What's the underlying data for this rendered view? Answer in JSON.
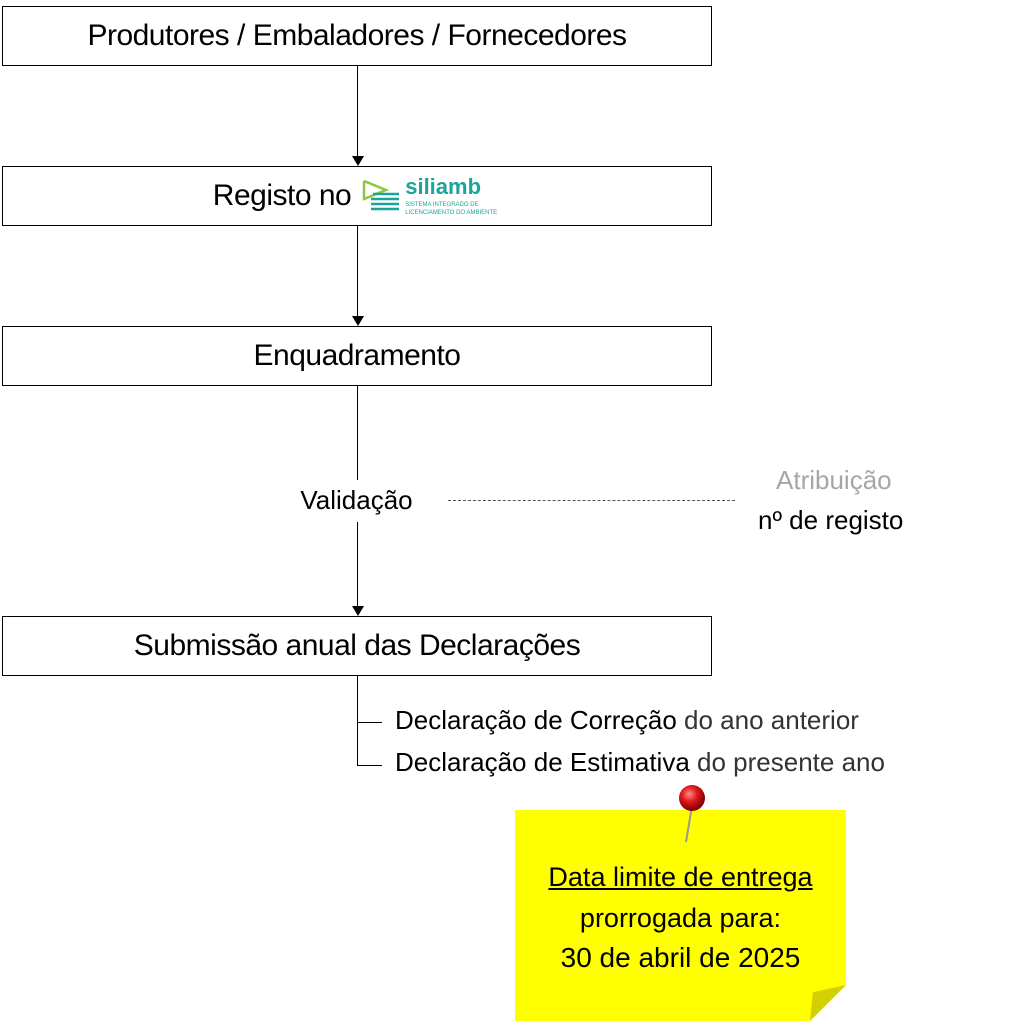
{
  "steps": {
    "producers": "Produtores / Embaladores / Fornecedores",
    "registration": "Registo no",
    "framing": "Enquadramento",
    "submission": "Submissão anual das Declarações"
  },
  "logo": {
    "name": "siliamb",
    "subtitle": "SISTEMA INTEGRADO DE LICENCIAMENTO DO AMBIENTE"
  },
  "validation": {
    "label": "Validação",
    "assignment_label": "Atribuição",
    "assignment_value": "nº de registo"
  },
  "declarations": [
    {
      "bold": "Declaração de Correção",
      "rest": " do ano anterior"
    },
    {
      "bold": "Declaração de Estimativa",
      "rest": " do presente ano"
    }
  ],
  "note": {
    "line1": "Data limite de entrega",
    "line2": "prorrogada  para:",
    "line3": "30 de abril de 2025"
  },
  "colors": {
    "note": "#ffff00",
    "logo_green": "#8dc63f",
    "logo_teal": "#1aa59a"
  }
}
